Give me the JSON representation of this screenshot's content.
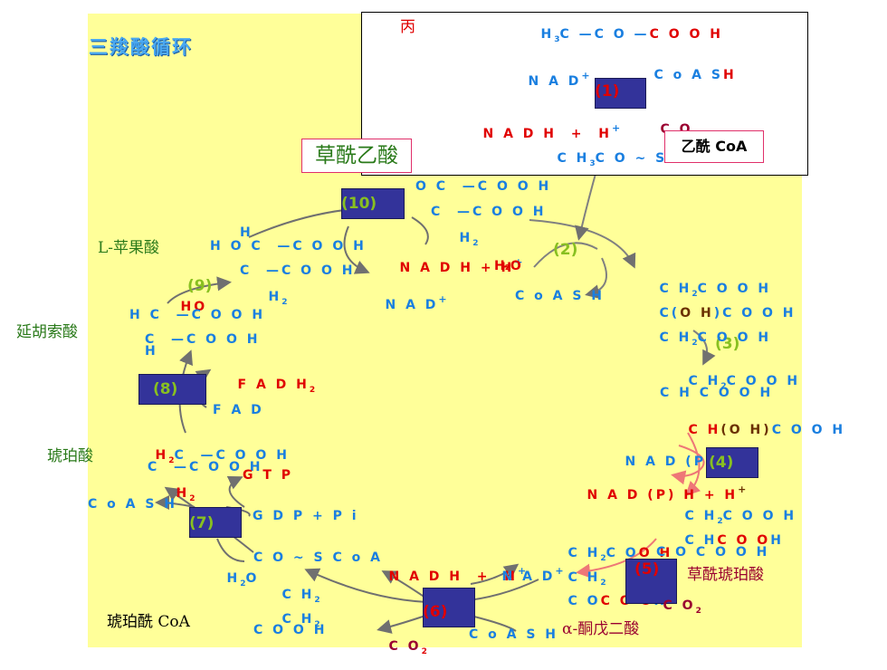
{
  "title": "三羧酸循环",
  "colors": {
    "yellow_bg": "#ffff99",
    "blue": "#1a7fe0",
    "red": "#e00000",
    "maroon": "#9a0030",
    "green_text": "#2a7a1a",
    "step_green": "#88c020",
    "enzyme": "#33339a",
    "arrow_pink": "#f08080",
    "arrow_gray": "#7a7a7a"
  },
  "inset": {
    "bing": "丙",
    "pyr_h3c": "H",
    "pyr_3": "3",
    "pyr_c_co": "C —C O —",
    "pyr_cooh": "C O O H",
    "nad": "N A D",
    "nad_plus": "+",
    "coash": "C o A S",
    "coash_h": "H",
    "step1": "(1)",
    "nadh": "N A D H  +  H",
    "nadh_plus": "+",
    "co2": "C O",
    "co2_sub": "2",
    "acetyl": "C H",
    "acetyl_3": "3",
    "acetyl_rest": "C O ~ S C o A",
    "acetyl_label": "乙酰 CoA"
  },
  "oaa_label": "草酰乙酸",
  "oaa": {
    "l1": "O C  —C O O H",
    "l2": "C  —C O O H",
    "l3": "H",
    "l3_sub": "2"
  },
  "step10": "(10)",
  "step10_nadh": "N A D H + H",
  "step10_nadh_sup": "+",
  "step10_nad": "N A D",
  "step10_nad_sup": "+",
  "malate_label": "L-苹果酸",
  "malate": {
    "l1a": "H",
    "l2": "H O C  —C O O H",
    "l3": "C  —C O O H",
    "l4": "H",
    "l4_sub": "2"
  },
  "step9": "(9)",
  "h2o_9": "H",
  "h2o_9_o": "O",
  "fumarate_label": "延胡索酸",
  "fumarate": {
    "l1": "H C  —C O O H",
    "l2": "C  —C O O H",
    "l3": "H"
  },
  "step8": "(8)",
  "fadh2": "F A D H",
  "fadh2_sub": "2",
  "fad": "F A D",
  "succinate_label": "琥珀酸",
  "succinate": {
    "l1a": "H",
    "l1s": "2",
    "l1b": "C  —C O O H",
    "l2": "C  —C O O H",
    "l3": "H",
    "l3s": "2"
  },
  "gtp": "G T P",
  "gdp": "G D P + P i",
  "coash_7": "C o A S H",
  "step7": "(7)",
  "h2o_7": "H",
  "h2o_7_sub": "2",
  "h2o_7_o": "O",
  "succoa": {
    "l1": "C O ~ S C o A",
    "l2": "C H",
    "l2s": "2",
    "l3": "C H",
    "l3s": "2",
    "l4": "C O O H"
  },
  "succoa_label": "琥珀酰 CoA",
  "step6": "(6)",
  "step6_nadh": "N A D H  +  H",
  "step6_nadh_sup": "+",
  "step6_nad": "N A D",
  "step6_nad_sup": "+",
  "co2_6": "C O",
  "co2_6_sub": "2",
  "coash_6": "C o A S H",
  "akg_label": "α-酮戊二酸",
  "akg": {
    "l1a": "C H",
    "l1s": "2",
    "l1b": "C O",
    "l1c": "O H",
    "l2": "C H",
    "l2s": "2",
    "l3a": "C O",
    "l3b": "C O O",
    "l3c": "H"
  },
  "step5": "(5)",
  "co2_5": "C O",
  "co2_5_sub": "2",
  "oxalosuccinate_label": "草酰琥珀酸",
  "oxalosucc": {
    "l1a": "C H",
    "l1s": "2",
    "l1b": "C O O H",
    "l2a": "C H",
    "l2b": "C O O",
    "l2c": "H",
    "l3": "C O C O O H"
  },
  "step4": "(4)",
  "nadp": "N A D (P)",
  "nadp_sup": "+",
  "nadph": "N A D (P) H + H",
  "nadph_sup": "+",
  "isocitrate": {
    "l1a": "C H",
    "l1s": "2",
    "l1b": "C O O H",
    "l2": "C H C O O H",
    "l3a": "C H",
    "l3b": "(",
    "l3c": "O H",
    "l3d": ")",
    "l3e": "C O O H"
  },
  "step3": "(3)",
  "citrate": {
    "l1a": "C H",
    "l1s": "2",
    "l1b": "C O O H",
    "l2a": "C",
    "l2b": "(",
    "l2c": "O H",
    "l2d": ")",
    "l2e": "C O O H",
    "l3a": "C H",
    "l3s": "2",
    "l3b": "C O O H"
  },
  "step2": "(2)",
  "h2o_2": "H₂O",
  "coash_2": "C o A S H"
}
